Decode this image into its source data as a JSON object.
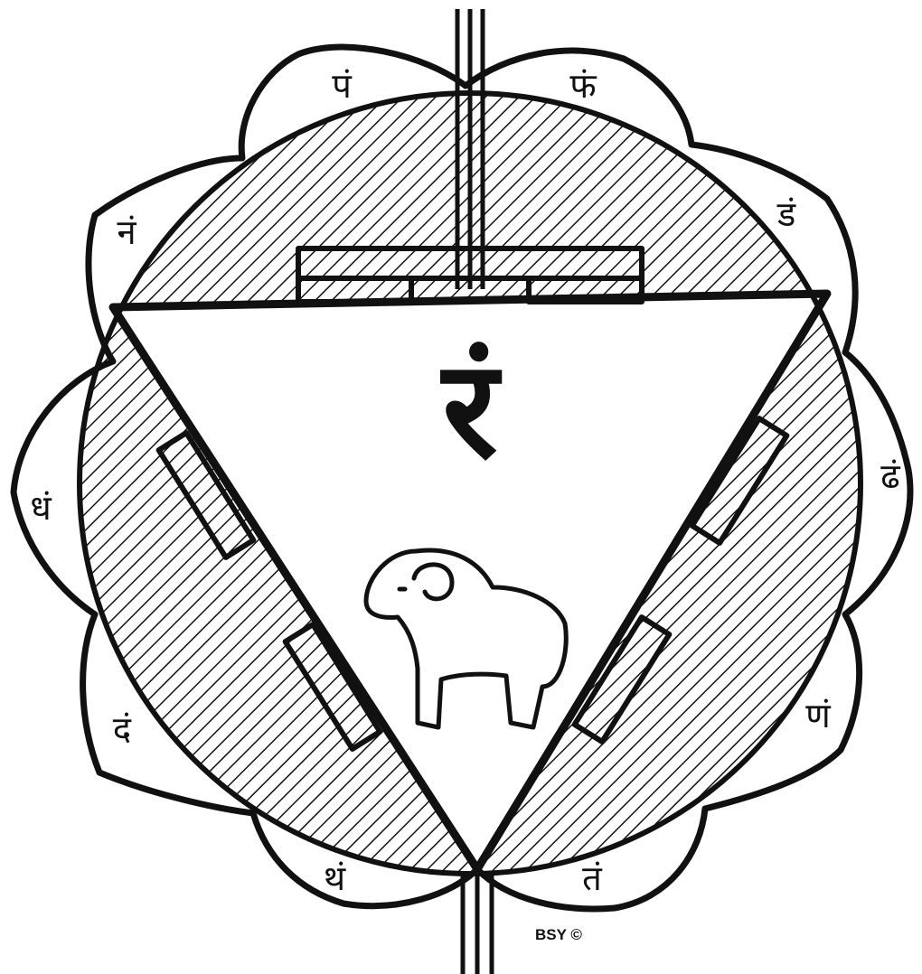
{
  "petals": [
    {
      "id": "top-left",
      "label": "पं"
    },
    {
      "id": "top-right",
      "label": "फं"
    },
    {
      "id": "upper-right",
      "label": "डं"
    },
    {
      "id": "right",
      "label": "ढं"
    },
    {
      "id": "lower-right",
      "label": "णं"
    },
    {
      "id": "bottom-right",
      "label": "तं"
    },
    {
      "id": "bottom-left",
      "label": "थं"
    },
    {
      "id": "lower-left",
      "label": "दं"
    },
    {
      "id": "left",
      "label": "धं"
    },
    {
      "id": "upper-left",
      "label": "नं"
    }
  ],
  "bija_mantra": "रं",
  "credit": "BSY ©",
  "colors": {
    "ink": "#111111",
    "paper": "#ffffff"
  },
  "icons": {
    "animal": "ram-icon"
  }
}
